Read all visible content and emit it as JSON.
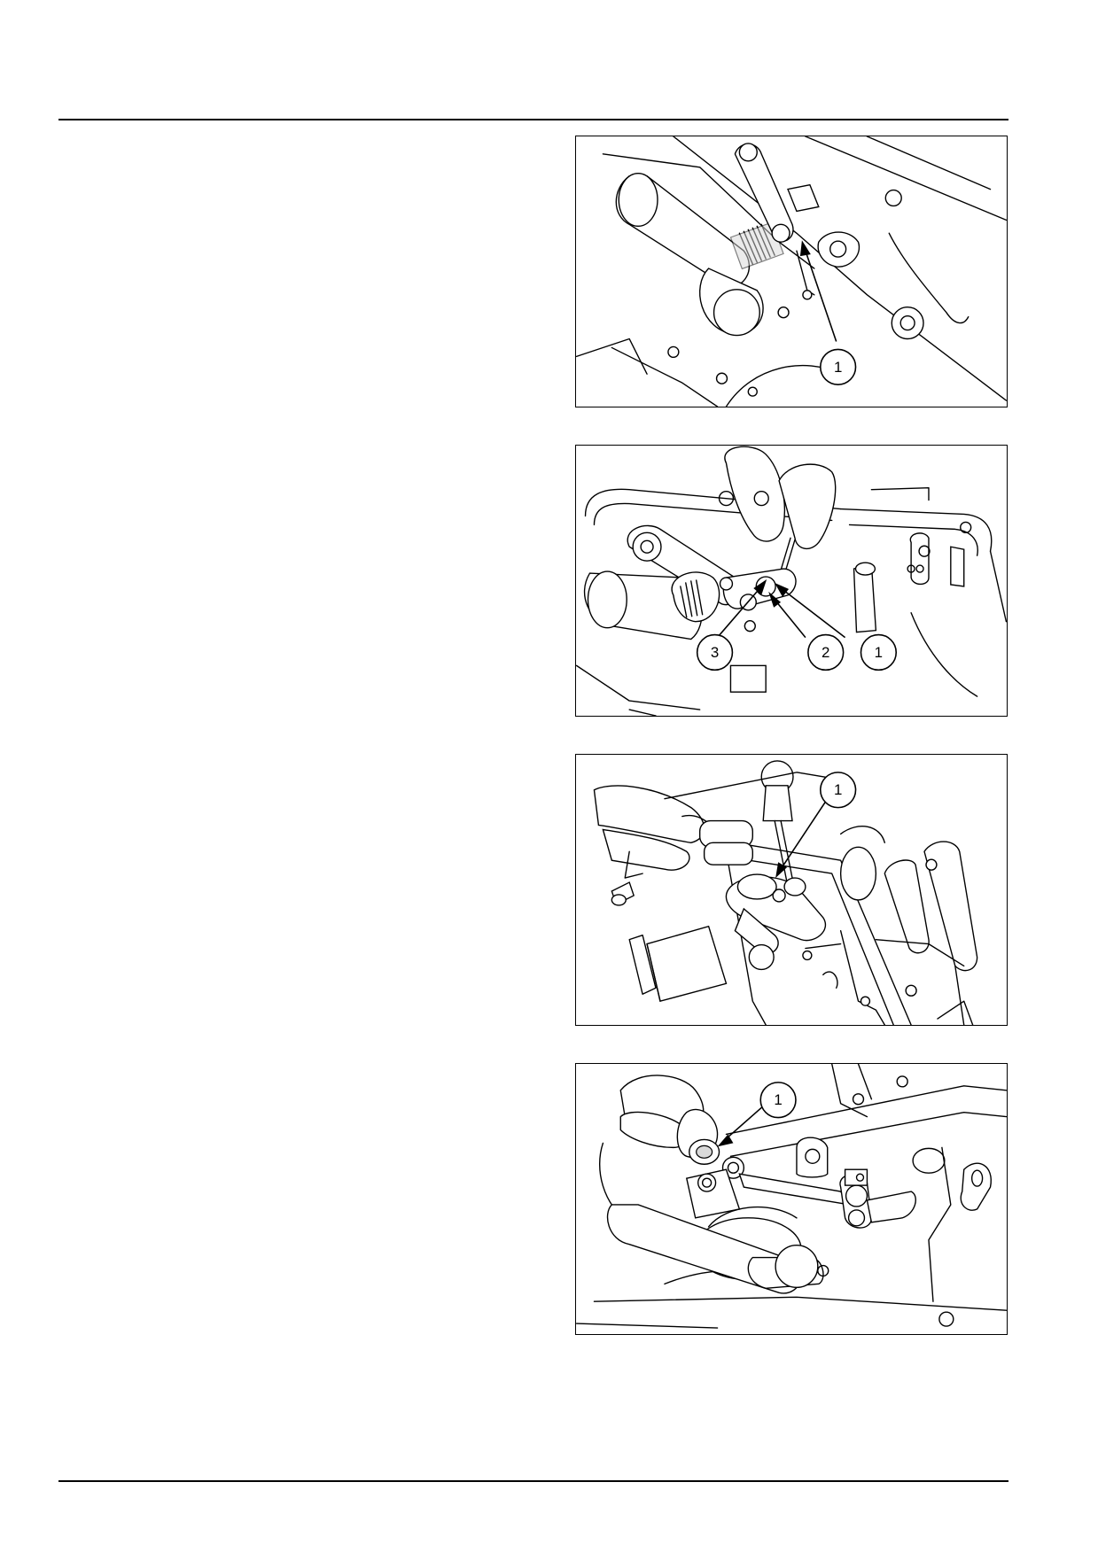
{
  "figures": [
    {
      "id": "fig1",
      "callouts": [
        "1"
      ]
    },
    {
      "id": "fig2",
      "callouts": [
        "3",
        "2",
        "1"
      ]
    },
    {
      "id": "fig3",
      "callouts": [
        "1"
      ]
    },
    {
      "id": "fig4",
      "callouts": [
        "1"
      ]
    }
  ]
}
